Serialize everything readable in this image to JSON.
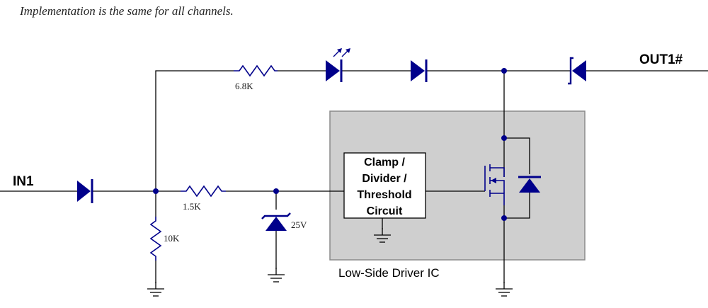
{
  "caption": "Implementation is the same for all channels.",
  "labels": {
    "in": "IN1",
    "out": "OUT1#",
    "r_top": "6.8K",
    "r_mid": "1.5K",
    "r_pull": "10K",
    "zener": "25V",
    "box_lines": [
      "Clamp /",
      "Divider /",
      "Threshold",
      "Circuit"
    ],
    "ic_name": "Low-Side Driver IC"
  },
  "colors": {
    "wire": "#000000",
    "component": "#00008b",
    "ic_fill": "#cfcfcf",
    "ic_border": "#8a8a8a",
    "box_fill": "#ffffff"
  }
}
